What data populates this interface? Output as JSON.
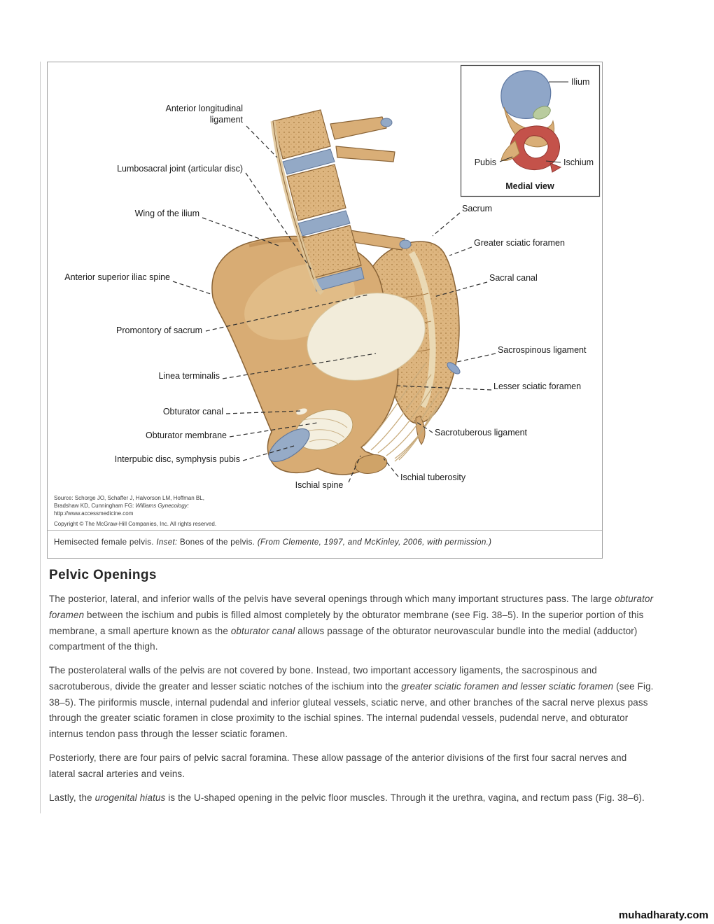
{
  "page": {
    "watermark": "muhadharaty.com"
  },
  "figure": {
    "labels": {
      "all1": "Anterior longitudinal",
      "all2": "ligament",
      "lumbosacral": "Lumbosacral joint (articular disc)",
      "wing": "Wing of the ilium",
      "asis": "Anterior superior iliac spine",
      "promontory": "Promontory of sacrum",
      "linea": "Linea terminalis",
      "obturator_canal": "Obturator canal",
      "obturator_membrane": "Obturator membrane",
      "interpubic": "Interpubic disc, symphysis pubis",
      "ischial_spine": "Ischial spine",
      "sacrum": "Sacrum",
      "greater_sciatic": "Greater sciatic foramen",
      "sacral_canal": "Sacral canal",
      "sacrospinous": "Sacrospinous ligament",
      "lesser_sciatic": "Lesser sciatic foramen",
      "sacrotuberous": "Sacrotuberous ligament",
      "ischial_tuberosity": "Ischial tuberosity"
    },
    "inset": {
      "ilium": "Ilium",
      "pubis": "Pubis",
      "ischium": "Ischium",
      "caption": "Medial view"
    },
    "source_lines": [
      [
        {
          "t": "Source: Schorge JO, Schaffer J, Halvorson LM, Hoffman BL,",
          "i": false
        }
      ],
      [
        {
          "t": "Bradshaw KD, Cunningham FG: ",
          "i": false
        },
        {
          "t": "Williams Gynecology:",
          "i": true
        }
      ],
      [
        {
          "t": "http://www.accessmedicine.com",
          "i": false
        }
      ],
      [
        {
          "t": "Copyright © The McGraw-Hill Companies, Inc. All rights reserved.",
          "i": false
        }
      ]
    ],
    "caption_runs": [
      {
        "t": "Hemisected female pelvis. ",
        "i": false
      },
      {
        "t": "Inset:",
        "i": true
      },
      {
        "t": " Bones of the pelvis. ",
        "i": false
      },
      {
        "t": "(From Clemente, 1997, and McKinley, 2006, with permission.)",
        "i": true
      }
    ]
  },
  "article": {
    "heading": "Pelvic Openings",
    "paragraphs": [
      [
        {
          "t": "The posterior, lateral, and inferior walls of the pelvis have several openings through which many important structures pass. The large ",
          "i": false
        },
        {
          "t": "obturator foramen",
          "i": true
        },
        {
          "t": " between the ischium and pubis is filled almost completely by the obturator membrane (see Fig. 38–5). In the superior portion of this membrane, a small aperture known as the ",
          "i": false
        },
        {
          "t": "obturator canal",
          "i": true
        },
        {
          "t": " allows passage of the obturator neurovascular bundle into the medial (adductor) compartment of the thigh.",
          "i": false
        }
      ],
      [
        {
          "t": "The posterolateral walls of the pelvis are not covered by bone. Instead, two important accessory ligaments, the sacrospinous and sacrotuberous, divide the greater and lesser sciatic notches of the ischium into the ",
          "i": false
        },
        {
          "t": "greater sciatic foramen and lesser sciatic foramen",
          "i": true
        },
        {
          "t": " (see Fig. 38–5). The piriformis muscle, internal pudendal and inferior gluteal vessels, sciatic nerve, and other branches of the sacral nerve plexus pass through the greater sciatic foramen in close proximity to the ischial spines. The internal pudendal vessels, pudendal nerve, and obturator internus tendon pass through the lesser sciatic foramen.",
          "i": false
        }
      ],
      [
        {
          "t": "Posteriorly, there are four pairs of pelvic sacral foramina. These allow passage of the anterior divisions of the first four sacral nerves and lateral sacral arteries and veins.",
          "i": false
        }
      ],
      [
        {
          "t": "Lastly, the ",
          "i": false
        },
        {
          "t": "urogenital hiatus",
          "i": true
        },
        {
          "t": " is the U-shaped opening in the pelvic floor muscles. Through it the urethra, vagina, and rectum pass (Fig. 38–6).",
          "i": false
        }
      ]
    ]
  }
}
